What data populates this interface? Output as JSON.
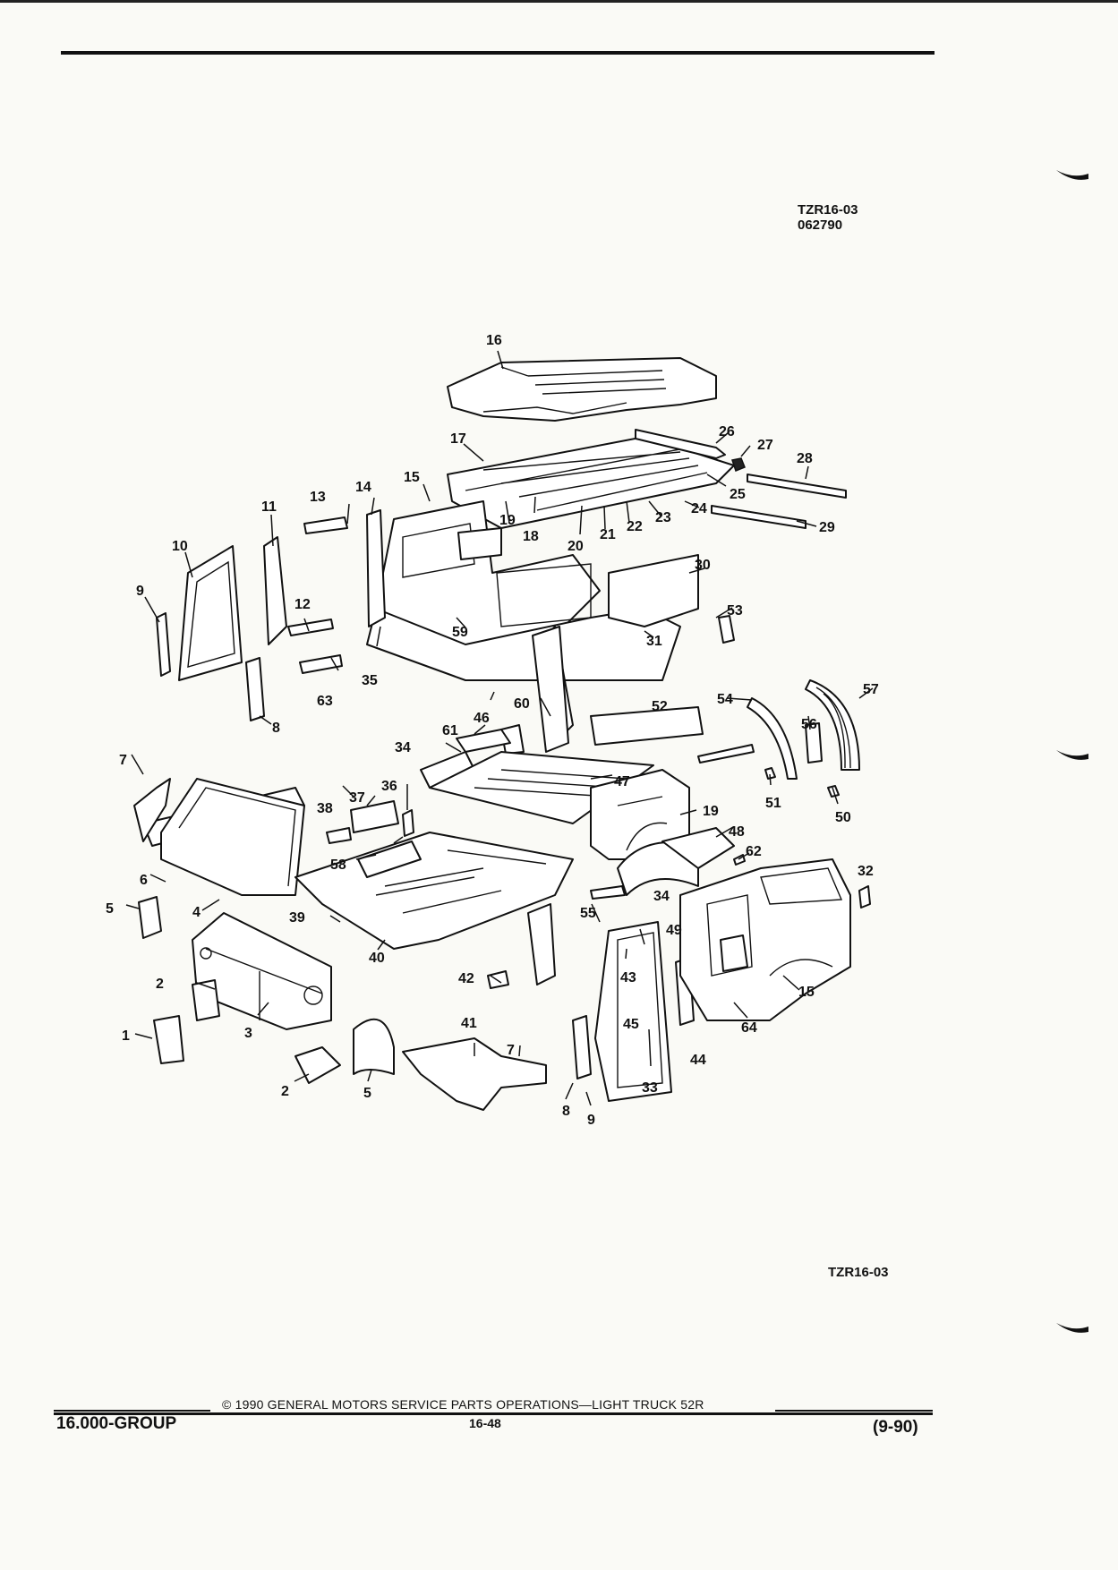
{
  "figure": {
    "id_top": "TZR16-03",
    "date_code_top": "062790",
    "id_bottom": "TZR16-03"
  },
  "callouts": [
    "16",
    "17",
    "26",
    "27",
    "28",
    "25",
    "24",
    "29",
    "23",
    "22",
    "21",
    "20",
    "18",
    "19",
    "15",
    "14",
    "13",
    "11",
    "10",
    "9",
    "12",
    "59",
    "35",
    "63",
    "8",
    "30",
    "53",
    "31",
    "60",
    "46",
    "61",
    "34",
    "52",
    "47",
    "54",
    "57",
    "56",
    "51",
    "50",
    "7",
    "38",
    "37",
    "36",
    "58",
    "19",
    "48",
    "62",
    "34",
    "32",
    "6",
    "5",
    "4",
    "39",
    "40",
    "55",
    "49",
    "43",
    "45",
    "42",
    "2",
    "3",
    "1",
    "41",
    "7",
    "2",
    "5",
    "8",
    "9",
    "33",
    "44",
    "64",
    "15"
  ],
  "footer": {
    "group": "16.000-GROUP",
    "copyright": "© 1990 GENERAL MOTORS SERVICE PARTS OPERATIONS—LIGHT TRUCK 52R",
    "page": "16-48",
    "date": "(9-90)"
  }
}
